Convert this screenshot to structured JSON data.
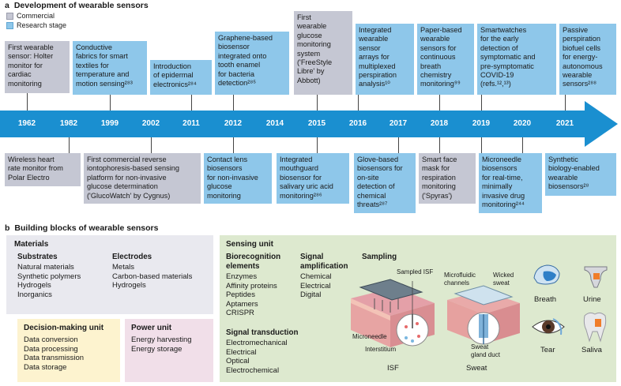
{
  "section_a": {
    "letter": "a",
    "title": "Development of wearable sensors"
  },
  "legend": {
    "commercial": "Commercial",
    "research": "Research stage",
    "commercial_color": "#c5c7d3",
    "research_color": "#8ec7ea"
  },
  "years": [
    "1962",
    "1982",
    "1999",
    "2002",
    "2011",
    "2012",
    "2014",
    "2015",
    "2016",
    "2017",
    "2018",
    "2019",
    "2020",
    "2021"
  ],
  "top_boxes": [
    {
      "lines": [
        "First wearable",
        "sensor: Holter",
        "monitor for",
        "cardiac",
        "monitoring"
      ]
    },
    {
      "lines": [
        "Conductive",
        "fabrics for smart",
        "textiles for",
        "temperature and",
        "motion sensing²⁸³"
      ]
    },
    {
      "lines": [
        "Introduction",
        "of epidermal",
        "electronics²⁸⁴"
      ]
    },
    {
      "lines": [
        "Graphene-based",
        "biosensor",
        "integrated onto",
        "tooth enamel",
        "for bacteria",
        "detection²⁸⁵"
      ]
    },
    {
      "lines": [
        "First",
        "wearable",
        "glucose",
        "monitoring",
        "system",
        "('FreeStyle",
        "Libre' by",
        "Abbott)"
      ]
    },
    {
      "lines": [
        "Integrated",
        "wearable",
        "sensor",
        "arrays for",
        "multiplexed",
        "perspiration",
        "analysis¹⁰"
      ]
    },
    {
      "lines": [
        "Paper-based",
        "wearable",
        "sensors for",
        "continuous",
        "breath",
        "chemistry",
        "monitoring⁹⁹"
      ]
    },
    {
      "lines": [
        "Smartwatches",
        "for the early",
        "detection of",
        "symptomatic and",
        "pre-symptomatic",
        "COVID-19",
        "(refs.¹²,¹³)"
      ]
    },
    {
      "lines": [
        "Passive",
        "perspiration",
        "biofuel cells",
        "for energy-",
        "autonomous",
        "wearable",
        "sensors²⁸⁸"
      ]
    }
  ],
  "bottom_boxes": [
    {
      "lines": [
        "Wireless heart",
        "rate monitor from",
        "Polar Electro"
      ]
    },
    {
      "lines": [
        "First commercial reverse",
        "iontophoresis-based sensing",
        "platform for non-invasive",
        "glucose determination",
        "('GlucoWatch' by Cygnus)"
      ]
    },
    {
      "lines": [
        "Contact lens",
        "biosensors",
        "for non-invasive",
        "glucose",
        "monitoring"
      ]
    },
    {
      "lines": [
        "Integrated",
        "mouthguard",
        "biosensor for",
        "salivary uric acid",
        "monitoring²⁸⁶"
      ]
    },
    {
      "lines": [
        "Glove-based",
        "biosensors for",
        "on-site",
        "detection of",
        "chemical",
        "threats²⁸⁷"
      ]
    },
    {
      "lines": [
        "Smart face",
        "mask for",
        "respiration",
        "monitoring",
        "('Spyras')"
      ]
    },
    {
      "lines": [
        "Microneedle",
        "biosensors",
        "for real-time,",
        "minimally",
        "invasive drug",
        "monitoring²⁴⁴"
      ]
    },
    {
      "lines": [
        "Synthetic",
        "biology-enabled",
        "wearable",
        "biosensors²⁸"
      ]
    }
  ],
  "section_b": {
    "letter": "b",
    "title": "Building blocks of wearable sensors"
  },
  "materials": {
    "title": "Materials",
    "substrates_title": "Substrates",
    "substrates": [
      "Natural materials",
      "Synthetic polymers",
      "Hydrogels",
      "Inorganics"
    ],
    "electrodes_title": "Electrodes",
    "electrodes": [
      "Metals",
      "Carbon-based materials",
      "Hydrogels"
    ]
  },
  "decision": {
    "title": "Decision-making unit",
    "items": [
      "Data conversion",
      "Data processing",
      "Data transmission",
      "Data storage"
    ]
  },
  "power": {
    "title": "Power unit",
    "items": [
      "Energy harvesting",
      "Energy storage"
    ]
  },
  "sensing": {
    "title": "Sensing unit",
    "biorecognition_title": [
      "Biorecognition",
      "elements"
    ],
    "biorecognition": [
      "Enzymes",
      "Affinity proteins",
      "Peptides",
      "Aptamers",
      "CRISPR"
    ],
    "amplification_title": [
      "Signal",
      "amplification"
    ],
    "amplification": [
      "Chemical",
      "Electrical",
      "Digital"
    ],
    "transduction_title": "Signal transduction",
    "transduction": [
      "Electromechanical",
      "Electrical",
      "Optical",
      "Electrochemical"
    ],
    "sampling_title": "Sampling",
    "isf_labels": {
      "sampled": "Sampled ISF",
      "microneedle": "Microneedle",
      "interstitium": "Interstitium",
      "caption": "ISF"
    },
    "sweat_labels": {
      "microfluidic": [
        "Microfluidic",
        "channels"
      ],
      "wicked": [
        "Wicked",
        "sweat"
      ],
      "duct": [
        "Sweat",
        "gland duct"
      ],
      "caption": "Sweat"
    },
    "fluids": [
      "Breath",
      "Urine",
      "Tear",
      "Saliva"
    ]
  }
}
